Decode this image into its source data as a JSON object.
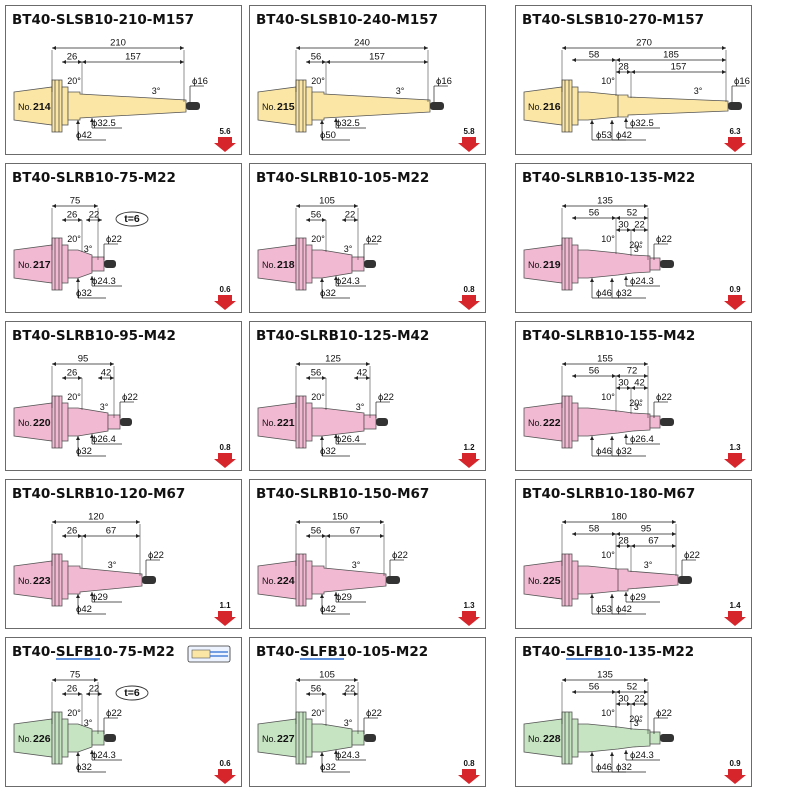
{
  "colors": {
    "yellow": "#fbe6a6",
    "pink": "#f2b9d2",
    "green": "#c6e4c2",
    "arrow": "#d6262b",
    "underline": "#2a6bd1"
  },
  "cells": [
    {
      "title": "BT40-SLSB10-210-M157",
      "pre": "BT40-",
      "series": "SLSB10",
      "post": "-210-M157",
      "underline": false,
      "no_prefix": "No.",
      "no": "214",
      "weight": "5.6",
      "color": "yellow",
      "type": "S",
      "dims": {
        "total": "210",
        "a": "26",
        "b": "157",
        "c": "",
        "angle1": "20°",
        "angle2": "3°",
        "tip": "ϕ16",
        "d1": "ϕ32.5",
        "d2": "ϕ42",
        "d3": ""
      },
      "t_badge": "",
      "mini_icon": false
    },
    {
      "title": "BT40-SLSB10-240-M157",
      "pre": "BT40-",
      "series": "SLSB10",
      "post": "-240-M157",
      "underline": false,
      "no_prefix": "No.",
      "no": "215",
      "weight": "5.8",
      "color": "yellow",
      "type": "S",
      "dims": {
        "total": "240",
        "a": "56",
        "b": "157",
        "c": "",
        "angle1": "20°",
        "angle2": "3°",
        "tip": "ϕ16",
        "d1": "ϕ32.5",
        "d2": "ϕ50",
        "d3": ""
      },
      "t_badge": "",
      "mini_icon": false
    },
    {
      "title": "BT40-SLSB10-270-M157",
      "pre": "BT40-",
      "series": "SLSB10",
      "post": "-270-M157",
      "underline": false,
      "no_prefix": "No.",
      "no": "216",
      "weight": "6.3",
      "color": "yellow",
      "type": "L",
      "dims": {
        "total": "270",
        "a": "58",
        "b": "185",
        "c": "28",
        "d": "157",
        "angle1": "10°",
        "angle2": "3°",
        "tip": "ϕ16",
        "d1": "ϕ32.5",
        "d2": "ϕ42",
        "d3": "ϕ53"
      },
      "t_badge": "",
      "mini_icon": false
    },
    {
      "title": "BT40-SLRB10-75-M22",
      "pre": "BT40-",
      "series": "SLRB10",
      "post": "-75-M22",
      "underline": false,
      "no_prefix": "No.",
      "no": "217",
      "weight": "0.6",
      "color": "pink",
      "type": "T",
      "dims": {
        "total": "75",
        "a": "26",
        "b": "22",
        "c": "",
        "angle1": "20°",
        "angle2": "3°",
        "tip": "ϕ22",
        "d1": "ϕ24.3",
        "d2": "ϕ32",
        "d3": ""
      },
      "t_badge": "t=6",
      "mini_icon": false
    },
    {
      "title": "BT40-SLRB10-105-M22",
      "pre": "BT40-",
      "series": "SLRB10",
      "post": "-105-M22",
      "underline": false,
      "no_prefix": "No.",
      "no": "218",
      "weight": "0.8",
      "color": "pink",
      "type": "M",
      "dims": {
        "total": "105",
        "a": "56",
        "b": "22",
        "c": "",
        "angle1": "20°",
        "angle2": "3°",
        "tip": "ϕ22",
        "d1": "ϕ24.3",
        "d2": "ϕ32",
        "d3": ""
      },
      "t_badge": "",
      "mini_icon": false
    },
    {
      "title": "BT40-SLRB10-135-M22",
      "pre": "BT40-",
      "series": "SLRB10",
      "post": "-135-M22",
      "underline": false,
      "no_prefix": "No.",
      "no": "219",
      "weight": "0.9",
      "color": "pink",
      "type": "X",
      "dims": {
        "total": "135",
        "a": "56",
        "b": "52",
        "c": "30",
        "d": "22",
        "angle1": "10°",
        "angle3": "20°",
        "angle2": "3°",
        "tip": "ϕ22",
        "d1": "ϕ24.3",
        "d2": "ϕ32",
        "d3": "ϕ46"
      },
      "t_badge": "",
      "mini_icon": false
    },
    {
      "title": "BT40-SLRB10-95-M42",
      "pre": "BT40-",
      "series": "SLRB10",
      "post": "-95-M42",
      "underline": false,
      "no_prefix": "No.",
      "no": "220",
      "weight": "0.8",
      "color": "pink",
      "type": "M",
      "dims": {
        "total": "95",
        "a": "26",
        "b": "42",
        "c": "",
        "angle1": "20°",
        "angle2": "3°",
        "tip": "ϕ22",
        "d1": "ϕ26.4",
        "d2": "ϕ32",
        "d3": ""
      },
      "t_badge": "",
      "mini_icon": false
    },
    {
      "title": "BT40-SLRB10-125-M42",
      "pre": "BT40-",
      "series": "SLRB10",
      "post": "-125-M42",
      "underline": false,
      "no_prefix": "No.",
      "no": "221",
      "weight": "1.2",
      "color": "pink",
      "type": "M",
      "dims": {
        "total": "125",
        "a": "56",
        "b": "42",
        "c": "",
        "angle1": "20°",
        "angle2": "3°",
        "tip": "ϕ22",
        "d1": "ϕ26.4",
        "d2": "ϕ32",
        "d3": ""
      },
      "t_badge": "",
      "mini_icon": false
    },
    {
      "title": "BT40-SLRB10-155-M42",
      "pre": "BT40-",
      "series": "SLRB10",
      "post": "-155-M42",
      "underline": false,
      "no_prefix": "No.",
      "no": "222",
      "weight": "1.3",
      "color": "pink",
      "type": "X",
      "dims": {
        "total": "155",
        "a": "56",
        "b": "72",
        "c": "30",
        "d": "42",
        "angle1": "10°",
        "angle3": "20°",
        "angle2": "3°",
        "tip": "ϕ22",
        "d1": "ϕ26.4",
        "d2": "ϕ32",
        "d3": "ϕ46"
      },
      "t_badge": "",
      "mini_icon": false
    },
    {
      "title": "BT40-SLRB10-120-M67",
      "pre": "BT40-",
      "series": "SLRB10",
      "post": "-120-M67",
      "underline": false,
      "no_prefix": "No.",
      "no": "223",
      "weight": "1.1",
      "color": "pink",
      "type": "S",
      "dims": {
        "total": "120",
        "a": "26",
        "b": "67",
        "c": "",
        "angle1": "",
        "angle2": "3°",
        "tip": "ϕ22",
        "d1": "ϕ29",
        "d2": "ϕ42",
        "d3": ""
      },
      "t_badge": "",
      "mini_icon": false
    },
    {
      "title": "BT40-SLRB10-150-M67",
      "pre": "BT40-",
      "series": "SLRB10",
      "post": "-150-M67",
      "underline": false,
      "no_prefix": "No.",
      "no": "224",
      "weight": "1.3",
      "color": "pink",
      "type": "S",
      "dims": {
        "total": "150",
        "a": "56",
        "b": "67",
        "c": "",
        "angle1": "",
        "angle2": "3°",
        "tip": "ϕ22",
        "d1": "ϕ29",
        "d2": "ϕ42",
        "d3": ""
      },
      "t_badge": "",
      "mini_icon": false
    },
    {
      "title": "BT40-SLRB10-180-M67",
      "pre": "BT40-",
      "series": "SLRB10",
      "post": "-180-M67",
      "underline": false,
      "no_prefix": "No.",
      "no": "225",
      "weight": "1.4",
      "color": "pink",
      "type": "L",
      "dims": {
        "total": "180",
        "a": "58",
        "b": "95",
        "c": "28",
        "d": "67",
        "angle1": "10°",
        "angle2": "3°",
        "tip": "ϕ22",
        "d1": "ϕ29",
        "d2": "ϕ42",
        "d3": "ϕ53"
      },
      "t_badge": "",
      "mini_icon": false
    },
    {
      "title": "BT40-SLFB10-75-M22",
      "pre": "BT40-",
      "series": "SLFB10",
      "post": "-75-M22",
      "underline": true,
      "no_prefix": "No.",
      "no": "226",
      "weight": "0.6",
      "color": "green",
      "type": "T",
      "dims": {
        "total": "75",
        "a": "26",
        "b": "22",
        "c": "",
        "angle1": "20°",
        "angle2": "3°",
        "tip": "ϕ22",
        "d1": "ϕ24.3",
        "d2": "ϕ32",
        "d3": ""
      },
      "t_badge": "t=6",
      "mini_icon": true
    },
    {
      "title": "BT40-SLFB10-105-M22",
      "pre": "BT40-",
      "series": "SLFB10",
      "post": "-105-M22",
      "underline": true,
      "no_prefix": "No.",
      "no": "227",
      "weight": "0.8",
      "color": "green",
      "type": "M",
      "dims": {
        "total": "105",
        "a": "56",
        "b": "22",
        "c": "",
        "angle1": "20°",
        "angle2": "3°",
        "tip": "ϕ22",
        "d1": "ϕ24.3",
        "d2": "ϕ32",
        "d3": ""
      },
      "t_badge": "",
      "mini_icon": false
    },
    {
      "title": "BT40-SLFB10-135-M22",
      "pre": "BT40-",
      "series": "SLFB10",
      "post": "-135-M22",
      "underline": true,
      "no_prefix": "No.",
      "no": "228",
      "weight": "0.9",
      "color": "green",
      "type": "X",
      "dims": {
        "total": "135",
        "a": "56",
        "b": "52",
        "c": "30",
        "d": "22",
        "angle1": "10°",
        "angle3": "20°",
        "angle2": "3°",
        "tip": "ϕ22",
        "d1": "ϕ24.3",
        "d2": "ϕ32",
        "d3": "ϕ46"
      },
      "t_badge": "",
      "mini_icon": false
    }
  ]
}
